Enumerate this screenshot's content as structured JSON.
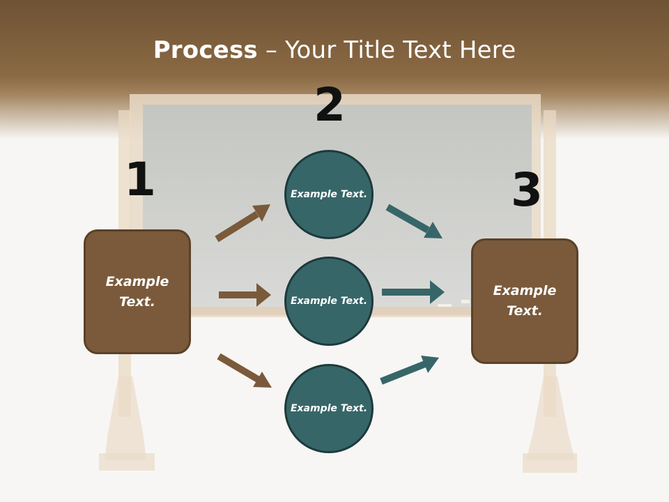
{
  "slide": {
    "title_bold": "Process",
    "title_rest": " – Your Title Text Here",
    "steps": [
      {
        "number": "1",
        "label": "Example Text."
      },
      {
        "number": "2",
        "labels": [
          "Example Text.",
          "Example Text.",
          "Example Text."
        ]
      },
      {
        "number": "3",
        "label": "Example Text."
      }
    ]
  },
  "colors": {
    "header_brown": "#7a5a3b",
    "box_fill": "#7a5a3b",
    "circle_fill": "#376668",
    "brown_arrow": "#7a5a3b",
    "teal_arrow": "#376668"
  }
}
